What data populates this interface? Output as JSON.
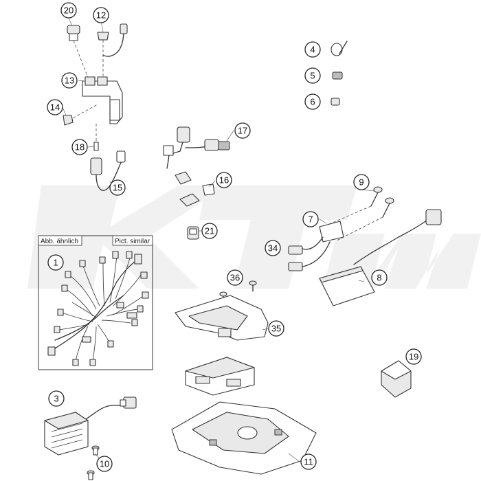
{
  "watermark": {
    "text": "KTM"
  },
  "inset": {
    "label_left": "Abb. ähnlich",
    "label_right": "Pict. similar"
  },
  "callouts": {
    "n1": "1",
    "n3": "3",
    "n4": "4",
    "n5": "5",
    "n6": "6",
    "n7": "7",
    "n8": "8",
    "n9": "9",
    "n10": "10",
    "n11": "11",
    "n12": "12",
    "n13": "13",
    "n14": "14",
    "n15": "15",
    "n16": "16",
    "n17": "17",
    "n18": "18",
    "n19": "19",
    "n20": "20",
    "n21": "21",
    "n34": "34",
    "n35": "35",
    "n36": "36"
  },
  "colors": {
    "line": "#333333",
    "watermark": "#f1f1f1",
    "background": "#ffffff"
  }
}
